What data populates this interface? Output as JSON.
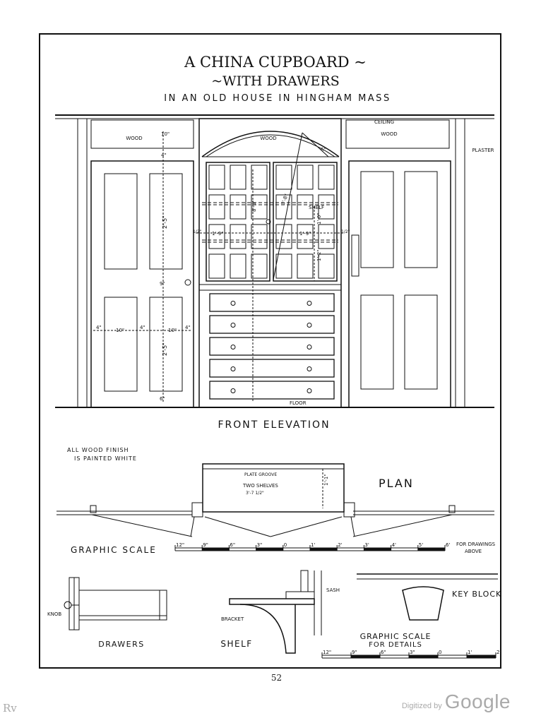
{
  "title": {
    "line1": "A CHINA CUPBOARD ~",
    "line2": "~WITH DRAWERS",
    "line3": "IN AN OLD HOUSE IN HINGHAM MASS"
  },
  "elevation": {
    "caption": "FRONT ELEVATION",
    "labels": {
      "wood_left": "WOOD",
      "wood_center": "WOOD",
      "wood_right": "WOOD",
      "ceiling": "CEILING",
      "plaster": "PLASTER",
      "shelf": "SHELF",
      "floor": "FLOOR"
    },
    "dimensions": {
      "d_10a": "10\"",
      "d_4a": "4\"",
      "d_2_5a": "2'-5\"",
      "d_9": "9\"",
      "d_2_5b": "2'-5\"",
      "d_6": "6\"",
      "d_4b": "4\"",
      "d_10b": "10\"",
      "d_4c": "4\"",
      "d_10c": "10\"",
      "d_4d": "4\"",
      "d_1_9a": "1'-9\"",
      "d_1_9b": "1'-9\"",
      "d_8_3": "8'-3\"",
      "d_3_8": "3'-8\"",
      "d_1_0": "1'-0\"",
      "d_1_2": "1'-2\"",
      "d_6b": "6\"",
      "d_half_a": "1/2\"",
      "d_half_b": "1/2\""
    }
  },
  "notes": {
    "finish_line1": "ALL WOOD FINISH",
    "finish_line2": "IS PAINTED WHITE"
  },
  "plan": {
    "caption": "PLAN",
    "plate_groove": "PLATE GROOVE",
    "two_shelves": "TWO SHELVES",
    "shelves_dim": "3'-7 1/2\"",
    "depth_dim": "1'-1\""
  },
  "graphic_scale": {
    "label": "GRAPHIC SCALE",
    "ticks": [
      "12\"",
      "9\"",
      "6\"",
      "3\"",
      "0",
      "1'",
      "2'",
      "3'",
      "4'",
      "5'",
      "6'"
    ],
    "note_line1": "FOR DRAWINGS",
    "note_line2": "ABOVE"
  },
  "details": {
    "drawers_caption": "DRAWERS",
    "knob": "KNOB",
    "shelf_caption": "SHELF",
    "bracket": "BRACKET",
    "sash": "SASH",
    "key_block": "KEY BLOCK",
    "detail_scale_line1": "GRAPHIC SCALE",
    "detail_scale_line2": "FOR DETAILS",
    "detail_ticks": [
      "12\"",
      "9\"",
      "6\"",
      "3\"",
      "0",
      "1'",
      "2'"
    ]
  },
  "page_number": "52",
  "watermark": {
    "prefix": "Digitized by",
    "brand": "Google",
    "corner": "Rv"
  }
}
